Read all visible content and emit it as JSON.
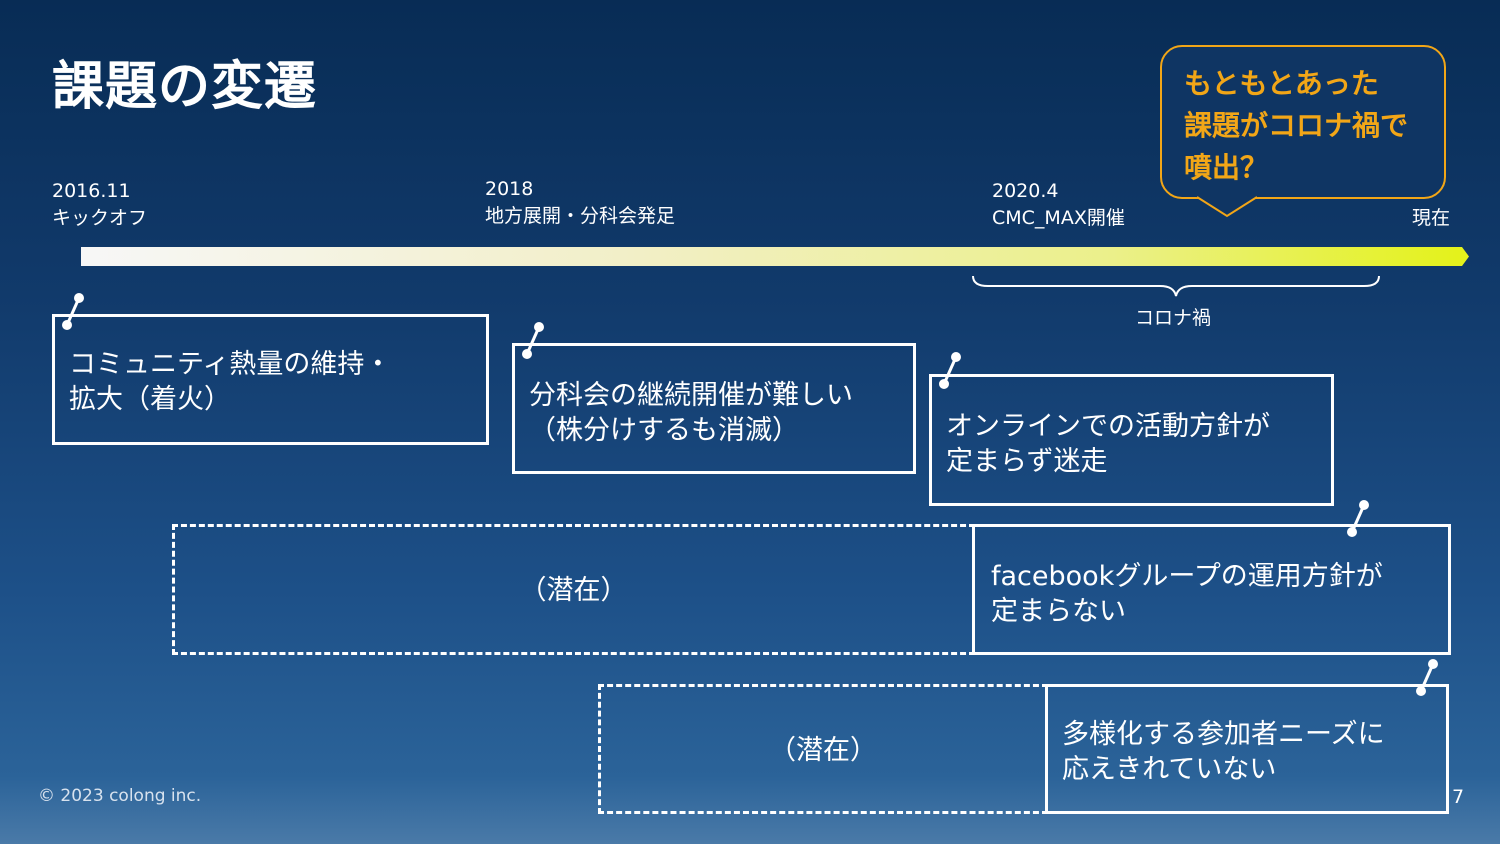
{
  "title": "課題の変遷",
  "callout": {
    "lines": [
      "もともとあった",
      "課題がコロナ禍で",
      "噴出？"
    ],
    "color": "#f2a617"
  },
  "timeline": {
    "points": [
      {
        "date": "2016.11",
        "event": "キックオフ"
      },
      {
        "date": "2018",
        "event": "地方展開・分科会発足"
      },
      {
        "date": "2020.4",
        "event": "CMC_MAX開催"
      },
      {
        "date": "",
        "event": "現在"
      }
    ],
    "period_label": "コロナ禍"
  },
  "issues": [
    {
      "lines": [
        "コミュニティ熱量の維持・",
        "拡大（着火）"
      ]
    },
    {
      "lines": [
        "分科会の継続開催が難しい",
        "（株分けするも消滅）"
      ]
    },
    {
      "lines": [
        "オンラインでの活動方針が",
        "定まらず迷走"
      ]
    },
    {
      "lines": [
        "facebookグループの運用方針が",
        "定まらない"
      ],
      "latent_label": "（潜在）"
    },
    {
      "lines": [
        "多様化する参加者ニーズに",
        "応えきれていない"
      ],
      "latent_label": "（潜在）"
    }
  ],
  "footer": {
    "copyright": "© 2023 colong inc.",
    "page": "7"
  }
}
